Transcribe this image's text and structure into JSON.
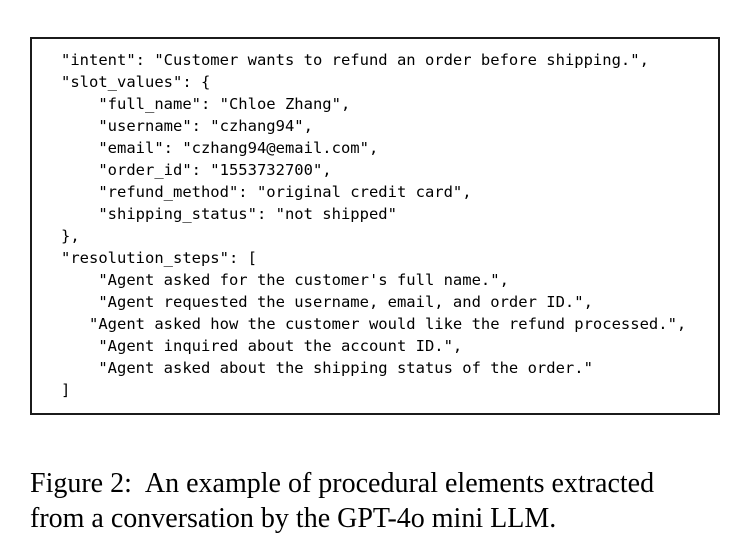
{
  "code_box": {
    "lines": [
      "\"intent\": \"Customer wants to refund an order before shipping.\",",
      "\"slot_values\": {",
      "    \"full_name\": \"Chloe Zhang\",",
      "    \"username\": \"czhang94\",",
      "    \"email\": \"czhang94@email.com\",",
      "    \"order_id\": \"1553732700\",",
      "    \"refund_method\": \"original credit card\",",
      "    \"shipping_status\": \"not shipped\"",
      "},",
      "\"resolution_steps\": [",
      "    \"Agent asked for the customer's full name.\",",
      "    \"Agent requested the username, email, and order ID.\",",
      "   \"Agent asked how the customer would like the refund processed.\",",
      "    \"Agent inquired about the account ID.\",",
      "    \"Agent asked about the shipping status of the order.\"",
      "]"
    ]
  },
  "caption": {
    "label": "Figure 2:",
    "line1_rest": "An example of procedural elements extracted",
    "line2": "from a conversation by the GPT-4o mini LLM."
  }
}
